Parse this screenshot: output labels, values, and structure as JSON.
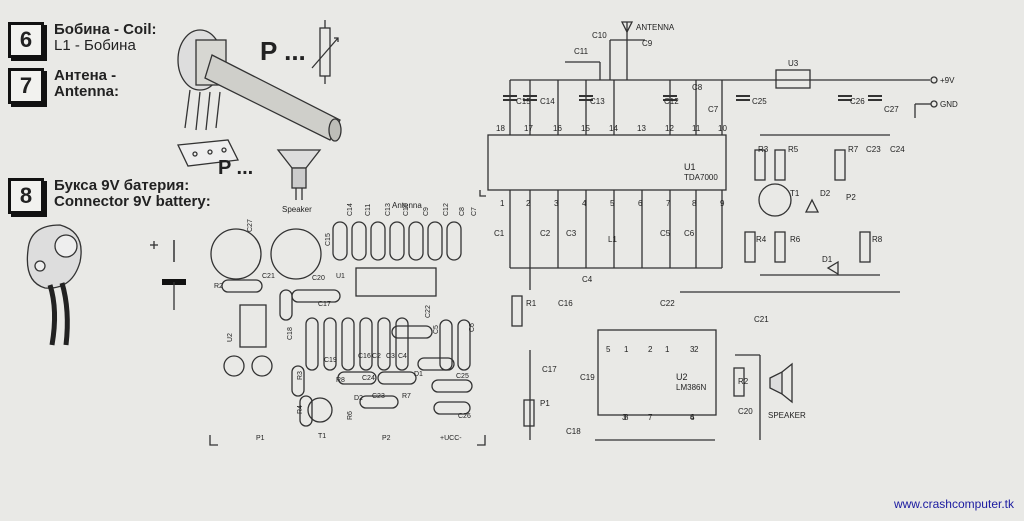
{
  "steps": [
    {
      "num": "6",
      "line1": "Бобина - Coil:",
      "line2": "L1 - Бобина"
    },
    {
      "num": "7",
      "line1": "Антена -",
      "line2": "Antenna:"
    },
    {
      "num": "8",
      "line1": "Букса 9V батерия:",
      "line2": "Connector 9V battery:"
    }
  ],
  "pot_label": "P ...",
  "pot_label2": "P ...",
  "pcb": {
    "speaker": "Speaker",
    "antenna": "Antenna",
    "labels": [
      "C27",
      "C21",
      "R2",
      "C20",
      "C17",
      "U1",
      "C15",
      "C14",
      "C11",
      "C13",
      "C10",
      "C9",
      "C12",
      "C8",
      "C7",
      "U2",
      "C18",
      "C5",
      "C6",
      "C22",
      "C19",
      "R3",
      "C16",
      "C2",
      "C3",
      "C4",
      "R8",
      "C24",
      "D1",
      "C25",
      "C23",
      "R7",
      "D2",
      "R4",
      "R6",
      "C26",
      "T1",
      "P1",
      "P2",
      "+UCC-"
    ]
  },
  "schematic": {
    "antenna": "ANTENNA",
    "u1": "U1",
    "u1_part": "TDA7000",
    "u2": "U2",
    "u2_part": "LM386N",
    "u3": "U3",
    "plus9v": "+9V",
    "gnd": "GND",
    "speaker": "SPEAKER",
    "pins_top": [
      "18",
      "17",
      "16",
      "15",
      "14",
      "13",
      "12",
      "11",
      "10"
    ],
    "pins_bottom": [
      "1",
      "2",
      "3",
      "4",
      "5",
      "6",
      "7",
      "8",
      "9"
    ],
    "labels": [
      "C10",
      "C9",
      "C11",
      "C15",
      "C14",
      "C13",
      "C12",
      "C8",
      "C7",
      "C25",
      "C26",
      "C27",
      "R3",
      "R5",
      "R7",
      "C23",
      "C24",
      "T1",
      "D2",
      "P2",
      "R4",
      "R6",
      "R8",
      "D1",
      "C1",
      "C2",
      "C3",
      "C5",
      "C6",
      "L1",
      "C4",
      "R1",
      "C16",
      "C22",
      "C17",
      "C19",
      "C21",
      "R2",
      "C20",
      "P1",
      "C18",
      "1",
      "2",
      "3",
      "8",
      "7",
      "6",
      "5",
      "1",
      "2",
      "3",
      "4"
    ]
  },
  "footer": "www.crashcomputer.tk"
}
